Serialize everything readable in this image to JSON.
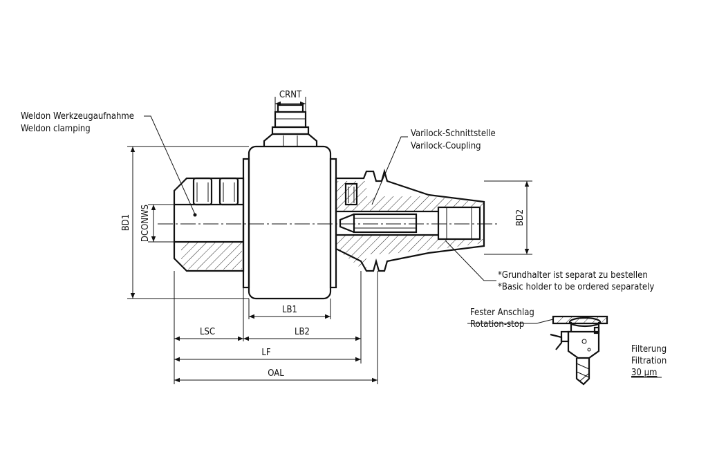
{
  "annotations": {
    "weldon_de": "Weldon Werkzeugaufnahme",
    "weldon_en": "Weldon clamping",
    "varilock_de": "Varilock-Schnittstelle",
    "varilock_en": "Varilock-Coupling",
    "note_de": "*Grundhalter ist separat zu bestellen",
    "note_en": "*Basic holder to be ordered separately",
    "rotation_de": "Fester Anschlag",
    "rotation_en": "Rotation-stop",
    "filter_de": "Filterung",
    "filter_en": "Filtration",
    "filter_value": "30 µm"
  },
  "dimensions": {
    "crnt": "CRNT",
    "bd1": "BD1",
    "dconws": "DCONWS",
    "bd2": "BD2",
    "lb1": "LB1",
    "lsc": "LSC",
    "lb2": "LB2",
    "lf": "LF",
    "oal": "OAL"
  }
}
